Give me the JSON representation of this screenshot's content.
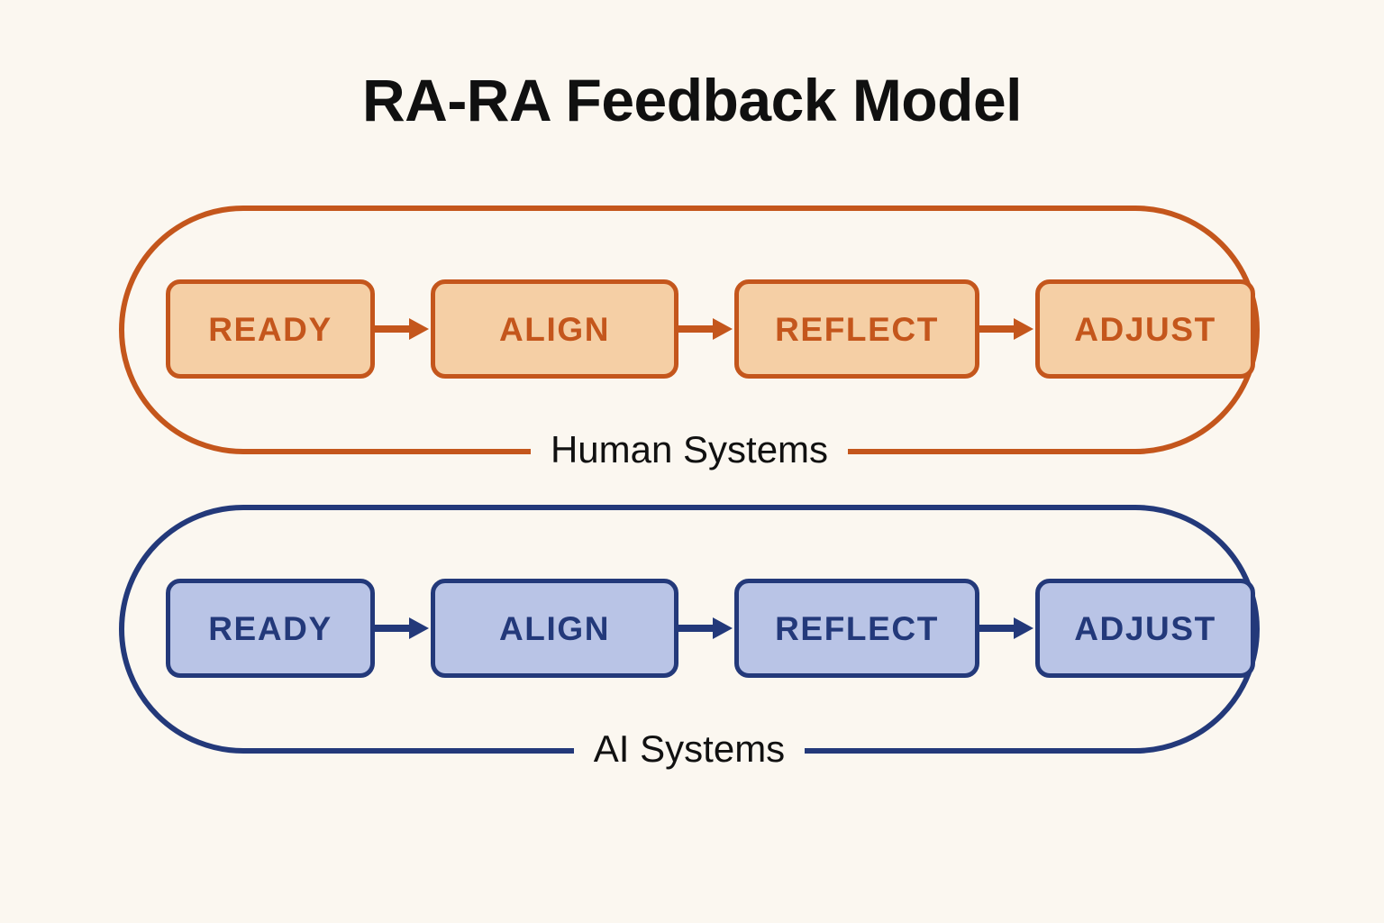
{
  "title": "RA-RA Feedback Model",
  "colors": {
    "background": "#FBF7F0",
    "title_text": "#101010",
    "human_stroke": "#C4561C",
    "human_fill": "#F5CFA5",
    "ai_stroke": "#23397A",
    "ai_fill": "#B9C4E6",
    "caption_text": "#111111"
  },
  "rows": [
    {
      "id": "human-systems",
      "caption": "Human Systems",
      "accent": "#C4561C",
      "fill": "#F5CFA5",
      "stages": [
        {
          "label": "READY"
        },
        {
          "label": "ALIGN"
        },
        {
          "label": "REFLECT"
        },
        {
          "label": "ADJUST"
        }
      ],
      "connectors": [
        {
          "name": "arrow-ready-to-align"
        },
        {
          "name": "arrow-align-to-reflect"
        },
        {
          "name": "arrow-reflect-to-adjust"
        }
      ]
    },
    {
      "id": "ai-systems",
      "caption": "AI Systems",
      "accent": "#23397A",
      "fill": "#B9C4E6",
      "stages": [
        {
          "label": "READY"
        },
        {
          "label": "ALIGN"
        },
        {
          "label": "REFLECT"
        },
        {
          "label": "ADJUST"
        }
      ],
      "connectors": [
        {
          "name": "arrow-ready-to-align"
        },
        {
          "name": "arrow-align-to-reflect"
        },
        {
          "name": "arrow-reflect-to-adjust"
        }
      ]
    }
  ]
}
